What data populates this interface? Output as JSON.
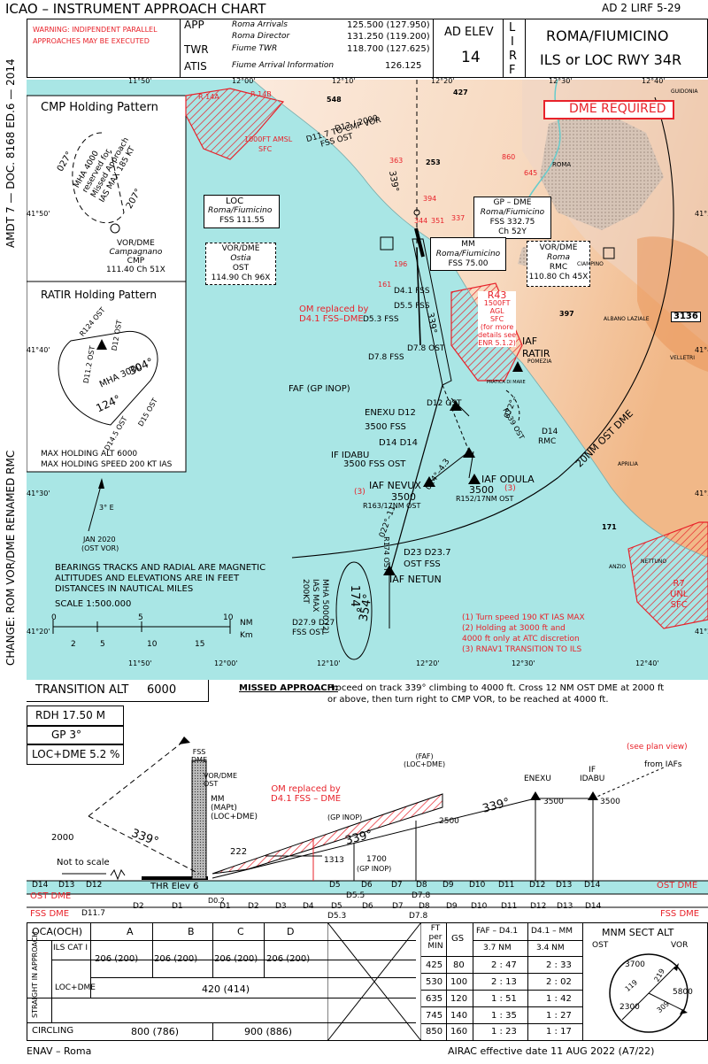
{
  "header": {
    "title": "ICAO – INSTRUMENT APPROACH CHART",
    "page_ref": "AD 2 LIRF 5-29",
    "warning": [
      "WARNING: INDIPENDENT PARALLEL",
      "APPROACHES MAY BE EXECUTED"
    ],
    "freqs": [
      {
        "svc": "APP",
        "name": "Roma Arrivals",
        "val": "125.500 (127.950)"
      },
      {
        "svc": "",
        "name": "Roma Director",
        "val": "131.250 (119.200)"
      },
      {
        "svc": "TWR",
        "name": "Fiume TWR",
        "val": "118.700 (127.625)"
      },
      {
        "svc": "ATIS",
        "name": "Fiume Arrival Information",
        "val": "126.125"
      }
    ],
    "ad_elev_label": "AD ELEV",
    "ad_elev": "14",
    "icao": [
      "L",
      "I",
      "R",
      "F"
    ],
    "airport": "ROMA/FIUMICINO",
    "procedure": "ILS or LOC RWY 34R"
  },
  "side_left": {
    "top": "AMDT 7 — DOC. 8168 ED.6 — 2014",
    "bottom": "CHANGE: ROM VOR/DME RENAMED RMC"
  },
  "plan": {
    "lat_labels": [
      "41°50'",
      "41°40'",
      "41°30'",
      "41°20'"
    ],
    "lon_labels": [
      "11°50'",
      "12°00'",
      "12°10'",
      "12°20'",
      "12°30'",
      "12°40'"
    ],
    "cmp_holding": {
      "title": "CMP Holding Pattern",
      "inbound": "207°",
      "outbound": "027°",
      "note": [
        "MHA 4000",
        "reserved for",
        "Missed Approach",
        "IAS MAX 185 KT"
      ],
      "vor": [
        "VOR/DME",
        "Campagnano",
        "CMP",
        "111.40 Ch 51X"
      ]
    },
    "ratir_holding": {
      "title": "RATIR  Holding Pattern",
      "inbound": "304°",
      "outbound": "124°",
      "r124": "R124 OST",
      "d12": "D12 OST",
      "d11": "D11.2 OST",
      "d15": "D15 OST",
      "d14": "D14.5 OST",
      "mha": "MHA 3000",
      "max_alt": "MAX HOLDING ALT 6000",
      "max_spd": "MAX HOLDING SPEED 200 KT IAS"
    },
    "magvar": {
      "value": "3° E",
      "date": "JAN 2020",
      "ref": "(OST VOR)"
    },
    "note": [
      "BEARINGS TRACKS AND RADIAL ARE MAGNETIC",
      "ALTITUDES AND ELEVATIONS ARE IN FEET",
      "DISTANCES IN NAUTICAL MILES"
    ],
    "scale": {
      "label": "SCALE   1:500.000",
      "nm_ticks": [
        "0",
        "5",
        "10"
      ],
      "km_ticks": [
        "2",
        "5",
        "10",
        "15"
      ],
      "nm": "NM",
      "km": "Km"
    },
    "dme_required": "DME REQUIRED",
    "loc": {
      "title": "LOC",
      "name": "Roma/Fiumicino",
      "freq": "FSS  111.55"
    },
    "ost": {
      "title": "VOR/DME",
      "name": "Ostia",
      "id": "OST",
      "freq": "114.90 Ch 96X"
    },
    "gp": {
      "title": "GP – DME",
      "name": "Roma/Fiumicino",
      "freq": "FSS  332.75",
      "ch": "Ch 52Y"
    },
    "mm": {
      "title": "MM",
      "name": "Roma/Fiumicino",
      "freq": "FSS  75.00"
    },
    "rmc": {
      "title": "VOR/DME",
      "name": "Roma",
      "id": "RMC",
      "freq": "110.80 Ch 45X"
    },
    "r14a": "R 14A",
    "r14b": "R 14B",
    "restricted_1000": [
      "1000FT AMSL",
      "SFC"
    ],
    "r43": [
      "R43",
      "1500FT",
      "AGL",
      "SFC",
      "(for more",
      "details see",
      "ENR 5.1.2)"
    ],
    "r7": [
      "R7",
      "UNL",
      "SFC"
    ],
    "cmp_fix": [
      "D11.7 TO CMP VOR",
      "D12 / 2000",
      "FSS  OST"
    ],
    "om_note": [
      "OM replaced by",
      "D4.1 FSS–DME"
    ],
    "fixes": {
      "d41": "D4.1 FSS",
      "d55": "D5.5 FSS",
      "d53": "D5.3 FSS",
      "faf": "FAF (GP INOP)",
      "d78": "D7.8 FSS",
      "d78b": "D7.8 OST",
      "enexu": [
        "ENEXU  D12",
        "3500  FSS",
        "D12 OST"
      ],
      "idabu": [
        "IF IDABU",
        "D14  D14",
        "3500  FSS   OST"
      ],
      "ratir": [
        "IAF",
        "RATIR"
      ],
      "d14rmc": [
        "D14",
        "RMC"
      ],
      "nevux": [
        "(3)",
        "IAF NEVUX",
        "3500",
        "R163/17NM OST"
      ],
      "odula": [
        "IAF ODULA",
        "3500",
        "(3)",
        "R152/17NM OST"
      ],
      "netun": [
        "D23 D23.7",
        "OST  FSS",
        "IAF  NETUN"
      ],
      "d279": [
        "D27.9  D27",
        "FSS    OST"
      ]
    },
    "tracks": {
      "t339": "339°",
      "t339b": "339°",
      "t024": "024°–4.3",
      "t022": "022°–11",
      "r174": "R174 OST",
      "r139": "R139 OST",
      "t72": "072°–",
      "t354": "354°",
      "t174": "174°"
    },
    "netun_hold": [
      "MHA 5000 (2)",
      "IAS MAX",
      "200KT"
    ],
    "ost_dme_arc": "20NM OST DME",
    "notes": [
      "(1)  Turn speed 190 KT IAS MAX",
      "(2)  Holding at 3000 ft and",
      "      4000 ft only at ATC discretion",
      "(3)  RNAV1 TRANSITION TO ILS"
    ],
    "spot_elev": [
      "548",
      "427",
      "253",
      "397",
      "171",
      "860",
      "645",
      "363",
      "394",
      "344",
      "351",
      "337",
      "196",
      "161"
    ],
    "high_elev": "3136",
    "towns": [
      "ROMA",
      "CIAMPINO",
      "ALBANO LAZIALE",
      "VELLETRI",
      "APRILIA",
      "ANZIO",
      "NETTUNO",
      "POMEZIA",
      "PRATICA DI MARE",
      "GUIDONIA"
    ]
  },
  "transition": {
    "label": "TRANSITION  ALT",
    "value": "6000"
  },
  "missed": {
    "label": "MISSED APPROACH:",
    "text1": "Proceed on track 339° climbing to 4000 ft. Cross 12 NM OST DME at 2000 ft",
    "text2": "or above, then turn right to CMP VOR, to be reached at 4000 ft."
  },
  "profile": {
    "rdh": "RDH  17.50  M",
    "gp": "GP  3°",
    "locdme": "LOC+DME  5.2  %",
    "see_plan": "(see plan view)",
    "from_iafs": "from IAFs",
    "fss_dme": [
      "FSS",
      "DME"
    ],
    "vor_ost": [
      "VOR/DME",
      "OST"
    ],
    "mm": [
      "MM",
      "(MAPt)",
      "(LOC+DME)"
    ],
    "om": [
      "OM replaced by",
      "D4.1 FSS – DME"
    ],
    "faf": [
      "(FAF)",
      "(LOC+DME)"
    ],
    "gp_inop": "(GP INOP)",
    "gp_inop2": "(GP INOP)",
    "enexu": "ENEXU",
    "idabu": [
      "IF",
      "IDABU"
    ],
    "alts": {
      "a2000": "2000",
      "a222": "222",
      "a1313": "1313",
      "a1700": "1700",
      "a2500": "2500",
      "a3500a": "3500",
      "a3500b": "3500"
    },
    "t339a": "339°",
    "t339b": "339°",
    "t339c": "339°",
    "not_scale": "Not to scale",
    "thr": "THR Elev  6",
    "ost_row": [
      "D14",
      "D13",
      "D12"
    ],
    "ost_dme": "OST DME",
    "fss_dme_lbl": "FSS DME",
    "d117": "D11.7",
    "ost_dme_right": "OST DME",
    "fss_dme_right": "FSS DME",
    "top_d": [
      "D5",
      "D6",
      "D7",
      "D8",
      "D9",
      "D10",
      "D11",
      "D12",
      "D13",
      "D14"
    ],
    "bot_d": [
      "D2",
      "D1",
      "D1",
      "D2",
      "D3",
      "D4",
      "D5",
      "D6",
      "D7",
      "D8",
      "D9",
      "D10",
      "D11",
      "D12",
      "D13",
      "D14"
    ],
    "d55": "D5.5",
    "d78": "D7.8",
    "d53": "D5.3",
    "d78b": "D7.8",
    "d0": "D0.2"
  },
  "minima": {
    "oca_label": "OCA(OCH)",
    "cats": [
      "A",
      "B",
      "C",
      "D"
    ],
    "straight": "STRAIGHT IN APPROACH",
    "ils": "ILS CAT I",
    "ils_vals": [
      "206 (200)",
      "206 (200)",
      "206 (200)",
      "206 (200)"
    ],
    "locdme": "LOC+DME",
    "locdme_val": "420 (414)",
    "circling": "CIRCLING",
    "circ_ab": "800 (786)",
    "circ_cd": "900 (886)"
  },
  "timing": {
    "h_ft": [
      "FT",
      "per",
      "MIN"
    ],
    "h_gs": "GS",
    "h_faf": "FAF – D4.1",
    "h_d41": "D4.1 – MM",
    "h_nm1": "3.7  NM",
    "h_nm2": "3.4  NM",
    "rows": [
      [
        "425",
        "80",
        "2 : 47",
        "2 : 33"
      ],
      [
        "530",
        "100",
        "2 : 13",
        "2 : 02"
      ],
      [
        "635",
        "120",
        "1 : 51",
        "1 : 42"
      ],
      [
        "745",
        "140",
        "1 : 35",
        "1 : 27"
      ],
      [
        "850",
        "160",
        "1 : 23",
        "1 : 17"
      ]
    ]
  },
  "msa": {
    "title": "MNM  SECT  ALT",
    "ost": "OST",
    "vor": "VOR",
    "a3700": "3700",
    "a5800": "5800",
    "a2300": "2300",
    "r119": "119",
    "r219": "219",
    "r309": "309"
  },
  "footer": {
    "left": "ENAV – Roma",
    "right": "AIRAC effective date 11 AUG 2022 (A7/22)"
  }
}
